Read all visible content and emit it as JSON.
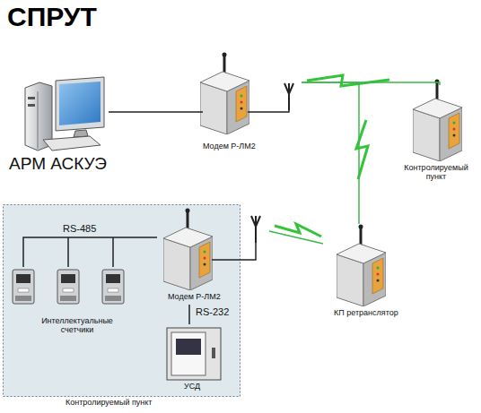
{
  "diagram": {
    "title": "СПРУТ",
    "nodes": [
      {
        "text": [
          "АРМ АСКУЭ"
        ]
      },
      {
        "text": [
          "Модем Р-ЛМ2"
        ]
      },
      {
        "text": [
          "Контролируемый пункт"
        ]
      },
      {
        "text": [
          "КП ретранслятор"
        ]
      },
      {
        "text": [
          "Контролируемый пункт"
        ]
      },
      {
        "text": [
          "Модем Р-ЛМ2"
        ],
        "in": 4
      },
      {
        "text": [
          "Интеллектуальные счетчики"
        ],
        "in": 4
      },
      {
        "text": [
          "УСД"
        ],
        "in": 4
      }
    ],
    "edges": [
      {
        "from": 0,
        "to": 1,
        "arrow": "none"
      },
      {
        "from": 1,
        "to": 2,
        "arrow": "none"
      },
      {
        "from": 1,
        "to": 3,
        "arrow": "none"
      },
      {
        "from": 3,
        "to": 5,
        "arrow": "none"
      },
      {
        "from": 5,
        "to": 6,
        "label": "RS-485",
        "arrow": "none"
      },
      {
        "from": 5,
        "to": 7,
        "label": "RS-232",
        "arrow": "none"
      }
    ]
  }
}
